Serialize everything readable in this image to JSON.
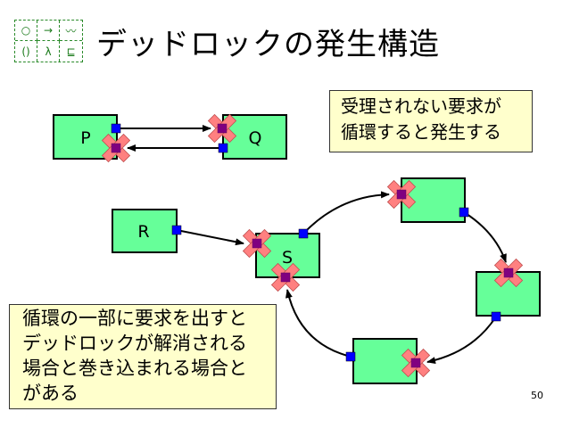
{
  "slide": {
    "title": "デッドロックの発生構造",
    "page_number": "50",
    "logo_symbols": [
      "○",
      "→",
      "〰",
      "()",
      "λ",
      "⊑"
    ],
    "note_top": [
      "受理されない要求が",
      "循環すると発生する"
    ],
    "note_bottom": [
      "循環の一部に要求を出すと",
      "デッドロックが解消される",
      "場合と巻き込まれる場合と",
      "がある"
    ]
  },
  "diagram": {
    "processes": [
      {
        "id": "P",
        "label": "P"
      },
      {
        "id": "Q",
        "label": "Q"
      },
      {
        "id": "R",
        "label": "R"
      },
      {
        "id": "S",
        "label": "S"
      },
      {
        "id": "T1",
        "label": ""
      },
      {
        "id": "T2",
        "label": ""
      },
      {
        "id": "T3",
        "label": ""
      }
    ],
    "requests": [
      {
        "from": "P",
        "to": "Q",
        "blocked": true
      },
      {
        "from": "Q",
        "to": "P",
        "blocked": true
      },
      {
        "from": "R",
        "to": "S",
        "blocked": true
      },
      {
        "from": "S",
        "to": "T1",
        "blocked": true
      },
      {
        "from": "T1",
        "to": "T2",
        "blocked": true
      },
      {
        "from": "T2",
        "to": "T3",
        "blocked": true
      },
      {
        "from": "T3",
        "to": "S",
        "blocked": true
      }
    ],
    "colors": {
      "process_fill": "#66ff99",
      "port_out": "#0000ff",
      "port_in": "#800080",
      "cross_light": "#ff8080",
      "cross_dark": "#b07840",
      "note_bg": "#ffffcc"
    }
  }
}
